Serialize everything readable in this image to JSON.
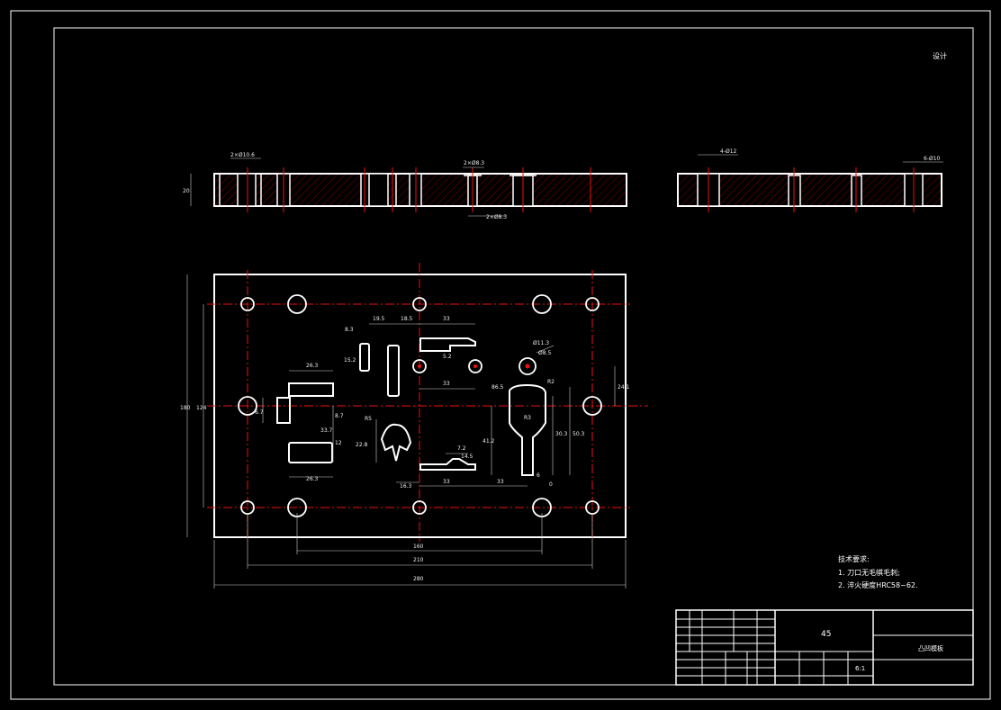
{
  "drawing": {
    "corner_mark": "设计",
    "notes_title": "技术要求:",
    "note1": "1. 刀口无毛帺毛刺;",
    "note2": "2. 淬火硬度HRC58~62.",
    "material": "45",
    "scale": "6:1",
    "part_name": "凸凹模板"
  },
  "dims": {
    "d_2x10_top": "2×Ø10.6",
    "d_2x8_top": "2×Ø8.3",
    "d_2x8_bot": "2×Ø8.3",
    "d_20": "20",
    "d_4x12": "4-Ø12",
    "d_6x10": "6-Ø10",
    "d_8_3": "8.3",
    "d_19_5": "19.5",
    "d_18_5": "18.5",
    "d_33_a": "33",
    "d_33_b": "33",
    "d_33_c": "33",
    "d_33_d": "33",
    "d_11_3": "Ø11.3",
    "d_8_5": "Ø8.5",
    "d_15_2": "15.2",
    "d_26_3_a": "26.3",
    "d_26_3_b": "26.3",
    "d_5_2": "5.2",
    "d_86_5": "86.5",
    "d_24_1": "24.1",
    "d_180": "180",
    "d_124": "124",
    "d_6_7": "6.7",
    "d_8_7": "8.7",
    "d_33_7": "33.7",
    "d_22_8": "22.8",
    "d_41_2": "41.2",
    "d_30_3": "30.3",
    "d_50_3": "50.3",
    "d_16_3": "16.3",
    "d_7_2": "7.2",
    "d_14_5": "14.5",
    "d_R5": "R5",
    "d_R2": "R2",
    "d_R3": "R3",
    "d_160": "160",
    "d_210": "210",
    "d_280": "280",
    "d_12": "12",
    "d_6": "6",
    "d_0": "0"
  }
}
